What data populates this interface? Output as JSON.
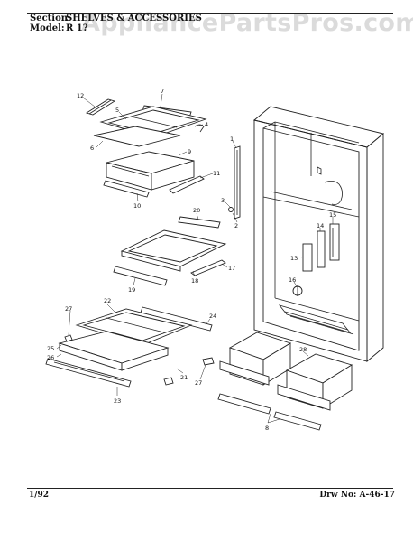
{
  "header": {
    "section_label": "Section:",
    "section_value": "SHELVES & ACCESSORIES",
    "model_label": "Model:",
    "model_value": "R 1?"
  },
  "watermark": "AppliancePartsPros.com",
  "callouts": [
    {
      "id": "c7",
      "text": "7"
    },
    {
      "id": "c12",
      "text": "12"
    },
    {
      "id": "c5",
      "text": "5"
    },
    {
      "id": "c4",
      "text": "4"
    },
    {
      "id": "c6",
      "text": "6"
    },
    {
      "id": "c9",
      "text": "9"
    },
    {
      "id": "c11",
      "text": "11"
    },
    {
      "id": "c10",
      "text": "10"
    },
    {
      "id": "c1",
      "text": "1"
    },
    {
      "id": "c3",
      "text": "3"
    },
    {
      "id": "c2",
      "text": "2"
    },
    {
      "id": "c20",
      "text": "20"
    },
    {
      "id": "c17",
      "text": "17"
    },
    {
      "id": "c18",
      "text": "18"
    },
    {
      "id": "c19",
      "text": "19"
    },
    {
      "id": "c15",
      "text": "15"
    },
    {
      "id": "c14",
      "text": "14"
    },
    {
      "id": "c13",
      "text": "13"
    },
    {
      "id": "c16",
      "text": "16"
    },
    {
      "id": "c22",
      "text": "22"
    },
    {
      "id": "c27a",
      "text": "27"
    },
    {
      "id": "c24",
      "text": "24"
    },
    {
      "id": "c25",
      "text": "25"
    },
    {
      "id": "c26",
      "text": "26"
    },
    {
      "id": "c21",
      "text": "21"
    },
    {
      "id": "c27b",
      "text": "27"
    },
    {
      "id": "c23",
      "text": "23"
    },
    {
      "id": "c28",
      "text": "28"
    },
    {
      "id": "c8",
      "text": "8"
    }
  ],
  "footer": {
    "date": "1/92",
    "drawing_no": "Drw No: A-46-17"
  }
}
